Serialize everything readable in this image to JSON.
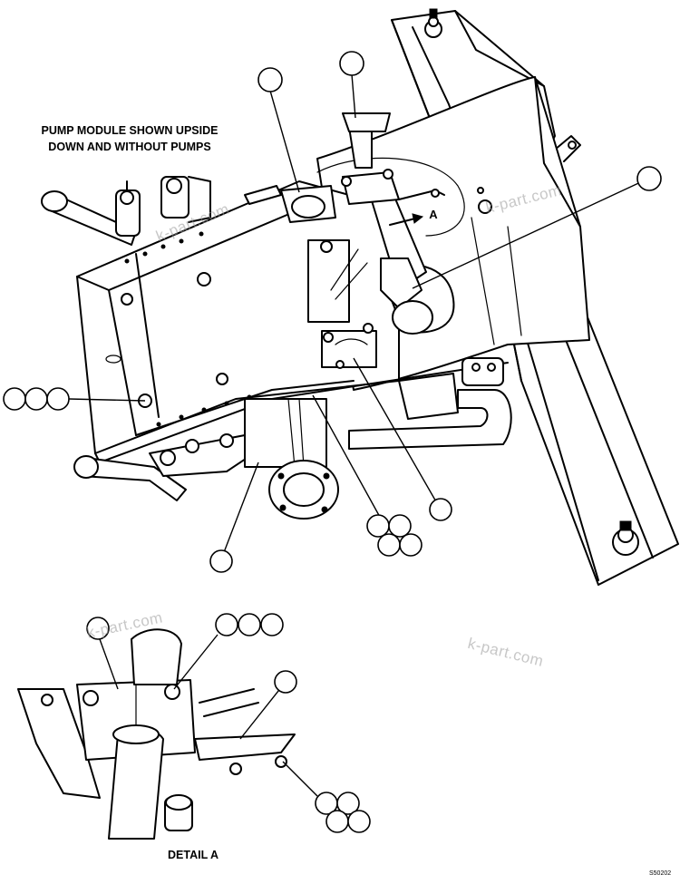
{
  "captions": {
    "main_line1": "PUMP MODULE SHOWN UPSIDE",
    "main_line2": "DOWN AND WITHOUT PUMPS",
    "detail": "DETAIL A",
    "view_marker": "A"
  },
  "watermarks": [
    "k-part.com",
    "k-part.com",
    "k-part.com",
    "k-part.com"
  ],
  "drawing_code": "S50202"
}
